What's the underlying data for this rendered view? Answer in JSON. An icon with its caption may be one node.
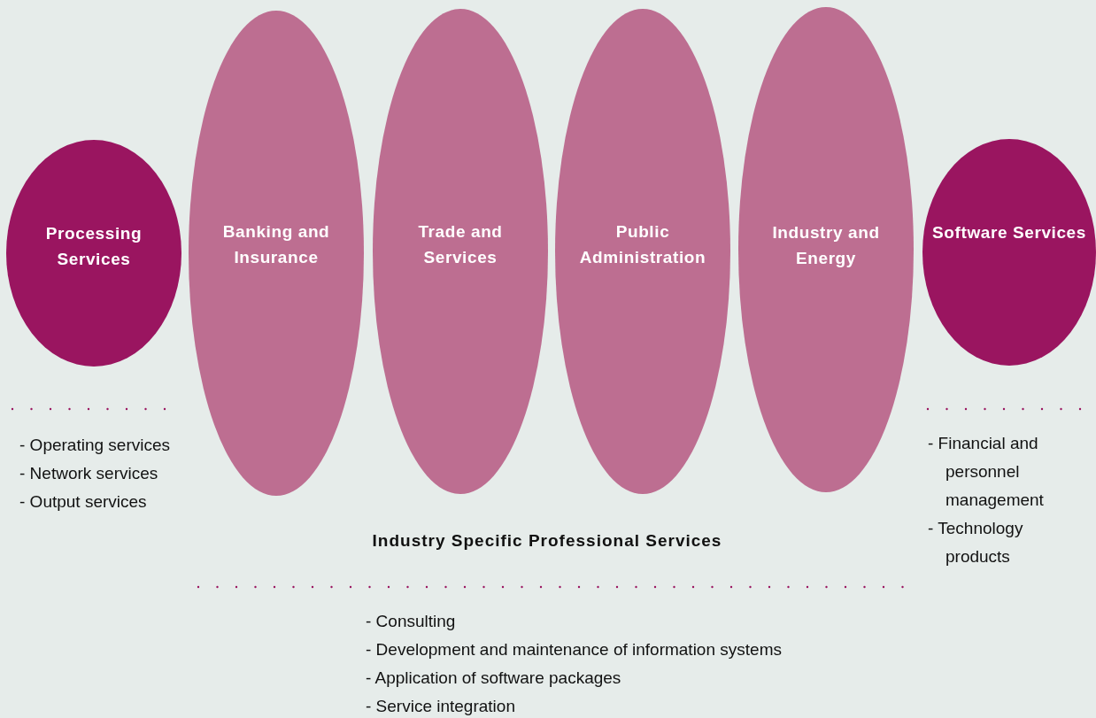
{
  "diagram": {
    "nodes": [
      {
        "text": [
          "Processing Services"
        ],
        "beside": [
          "- Operating services",
          "- Network services",
          "- Output services"
        ]
      },
      {
        "text": [
          "Banking and Insurance"
        ]
      },
      {
        "text": [
          "Trade and Services"
        ]
      },
      {
        "text": [
          "Public Administration"
        ]
      },
      {
        "text": [
          "Industry and Energy"
        ]
      },
      {
        "text": [
          "Software Services"
        ],
        "beside": [
          "- Financial and personnel management",
          "- Technology products"
        ]
      }
    ],
    "labels": [
      "Industry Specific Professional Services",
      "- Consulting",
      "- Development and maintenance of information systems",
      "- Application of software packages",
      "- Service integration"
    ]
  }
}
